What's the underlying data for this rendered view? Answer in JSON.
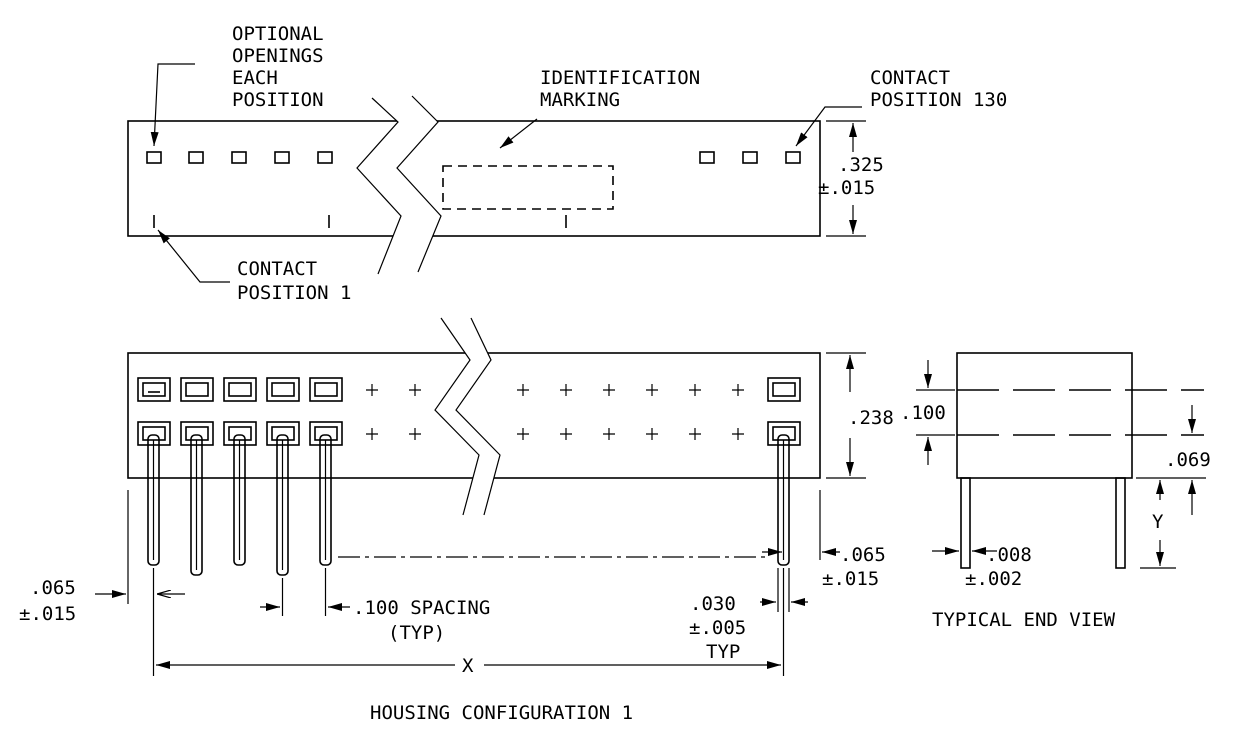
{
  "top_view": {
    "optional_openings": [
      "OPTIONAL",
      "OPENINGS",
      "EACH",
      "POSITION"
    ],
    "identification_marking": [
      "IDENTIFICATION",
      "MARKING"
    ],
    "contact_position_130": [
      "CONTACT",
      "POSITION 130"
    ],
    "contact_position_1": [
      "CONTACT",
      "POSITION 1"
    ],
    "height_dim": [
      ".325",
      "±.015"
    ]
  },
  "front_view": {
    "height_dim": ".238",
    "left_offset_dim": [
      ".065",
      "±.015"
    ],
    "spacing_dim": [
      ".100 SPACING",
      "(TYP)"
    ],
    "pin_width_dim": [
      ".030",
      "±.005",
      "TYP"
    ],
    "right_offset_dim": [
      ".065",
      "±.015"
    ],
    "overall_dim": "X",
    "caption": "HOUSING CONFIGURATION 1"
  },
  "end_view": {
    "pitch_dim": ".100",
    "offset_dim": ".069",
    "tail_dim": "Y",
    "pin_dim": [
      ".008",
      "±.002"
    ],
    "caption": "TYPICAL END VIEW"
  }
}
